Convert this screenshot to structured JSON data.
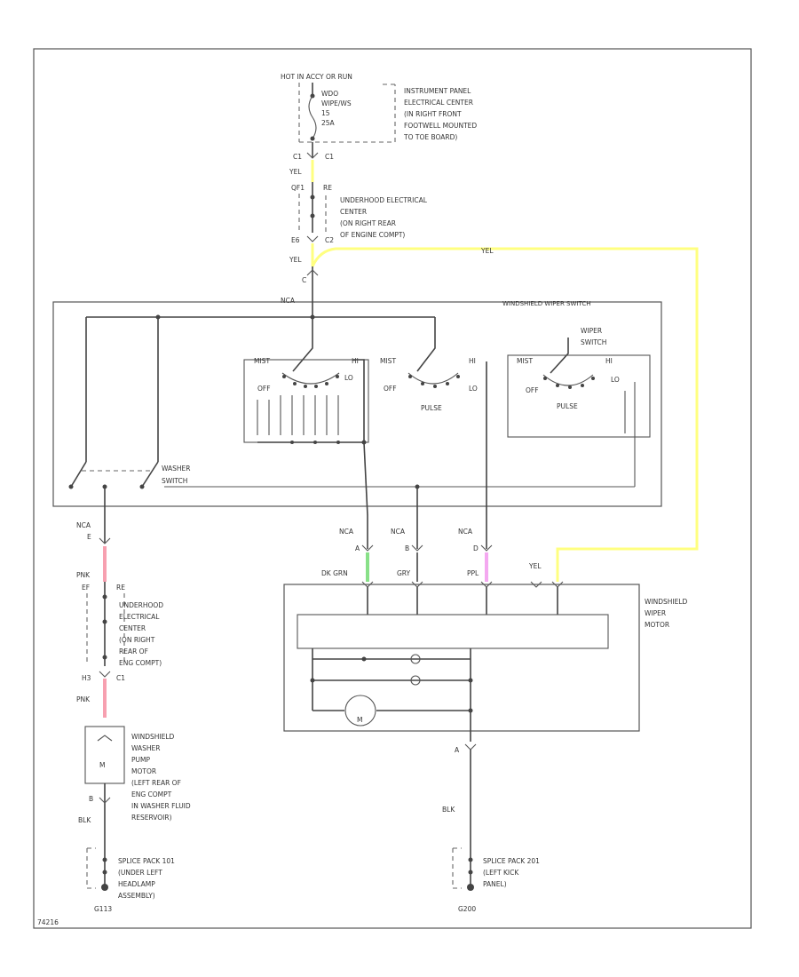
{
  "fuse": {
    "hot_label": "HOT IN ACCY OR RUN",
    "name_lines": [
      "WDO",
      "WIPE/WS",
      "15",
      "25A"
    ],
    "location_lines": [
      "INSTRUMENT PANEL",
      "ELECTRICAL CENTER",
      "(IN RIGHT FRONT",
      "FOOTWELL MOUNTED",
      "TO TOE BOARD)"
    ]
  },
  "conn_c1": {
    "pin": "C1",
    "label": "C1"
  },
  "wire_yel_1": "YEL",
  "underhood_top": {
    "pin": "QF1",
    "conn": "RE",
    "lines": [
      "UNDERHOOD ELECTRICAL",
      "CENTER",
      "(ON RIGHT REAR",
      "OF ENGINE COMPT)"
    ]
  },
  "conn_c2": {
    "pin": "E6",
    "label": "C2"
  },
  "wire_yel_2": "YEL",
  "wire_yel_3": "YEL",
  "switch_pin_c": "C",
  "switch_nca": "NCA",
  "wiper_switch_title": "WINDSHIELD WIPER SWITCH",
  "washer_switch": [
    "WASHER",
    "SWITCH"
  ],
  "wiper_sub_switch": [
    "WIPER",
    "SWITCH"
  ],
  "switch_labels": {
    "mist": "MIST",
    "hi": "HI",
    "off": "OFF",
    "lo": "LO",
    "pulse": "PULSE"
  },
  "left_branch": {
    "nca": "NCA",
    "pin_e": "E",
    "wire_pnk_1": "PNK",
    "underhood_pin": "EF",
    "underhood_conn": "RE",
    "underhood_lines": [
      "UNDERHOOD",
      "ELECTRICAL",
      "CENTER",
      "(ON RIGHT",
      "REAR OF",
      "ENG COMPT)"
    ],
    "conn_pin": "H3",
    "conn_label": "C1",
    "wire_pnk_2": "PNK",
    "pump_lines": [
      "WINDSHIELD",
      "WASHER",
      "PUMP",
      "MOTOR",
      "(LEFT REAR OF",
      "ENG COMPT",
      "IN WASHER FLUID",
      "RESERVOIR)"
    ],
    "pump_pin": "B",
    "wire_blk": "BLK",
    "splice_lines": [
      "SPLICE PACK 101",
      "(UNDER LEFT",
      "HEADLAMP",
      "ASSEMBLY)"
    ],
    "ground": "G113"
  },
  "motor_wires": [
    {
      "nca": "NCA",
      "pin": "A",
      "color": "DK GRN"
    },
    {
      "nca": "NCA",
      "pin": "B",
      "color": "GRY"
    },
    {
      "nca": "NCA",
      "pin": "D",
      "color": "PPL"
    },
    {
      "nca": "",
      "pin": "",
      "color": "YEL"
    }
  ],
  "motor": {
    "lines": [
      "WINDSHIELD",
      "WIPER",
      "MOTOR"
    ],
    "m": "M"
  },
  "motor_ground": {
    "pin": "A",
    "wire": "BLK",
    "splice_lines": [
      "SPLICE PACK 201",
      "(LEFT KICK",
      "PANEL)"
    ],
    "ground": "G200"
  },
  "diagram_id": "74216",
  "pump_m": "M"
}
